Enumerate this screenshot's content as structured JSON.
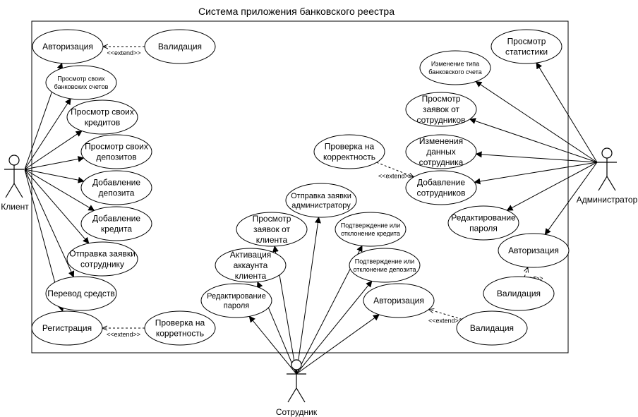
{
  "title": "Система приложения банковского реестра",
  "actors": {
    "client": "Клиент",
    "employee": "Сотрудник",
    "admin": "Администратор"
  },
  "extend_label": "<<extend>>",
  "use_cases": {
    "client_auth": [
      "Авторизация"
    ],
    "client_validation": [
      "Валидация"
    ],
    "client_view_accounts": [
      "Просмотр своих",
      "банковских счетов"
    ],
    "client_view_credits": [
      "Просмотр своих",
      "кредитов"
    ],
    "client_view_deposits": [
      "Просмотр своих",
      "депозитов"
    ],
    "client_add_deposit": [
      "Добавление",
      "депозита"
    ],
    "client_add_credit": [
      "Добавление",
      "кредита"
    ],
    "client_send_request": [
      "Отправка заявки",
      "сотруднику"
    ],
    "client_transfer": [
      "Перевод средств"
    ],
    "client_register": [
      "Регистрация"
    ],
    "client_check": [
      "Проверка на",
      "корретность"
    ],
    "emp_edit_password": [
      "Редактирование",
      "пароля"
    ],
    "emp_activate": [
      "Активация",
      "аккаунта",
      "клиента"
    ],
    "emp_view_requests": [
      "Просмотр",
      "заявок от",
      "клиента"
    ],
    "emp_send_admin": [
      "Отправка заявки",
      "администратору"
    ],
    "emp_confirm_credit": [
      "Подтверждение или",
      "отклонение кредита"
    ],
    "emp_confirm_deposit": [
      "Подтверждение или",
      "отклонение депозита"
    ],
    "emp_auth": [
      "Авторизация"
    ],
    "emp_validation": [
      "Валидация"
    ],
    "admin_stats": [
      "Просмотр",
      "статистики"
    ],
    "admin_change_type": [
      "Изменение типа",
      "банковского счета"
    ],
    "admin_view_requests": [
      "Просмотр",
      "заявок от",
      "сотрудников"
    ],
    "admin_change_data": [
      "Изменения",
      "данных",
      "сотрудника"
    ],
    "admin_check": [
      "Проверка на",
      "корректность"
    ],
    "admin_add_employee": [
      "Добавление",
      "сотрудников"
    ],
    "admin_edit_password": [
      "Редактирование",
      "пароля"
    ],
    "admin_auth": [
      "Авторизация"
    ],
    "admin_validation": [
      "Валидация"
    ]
  }
}
